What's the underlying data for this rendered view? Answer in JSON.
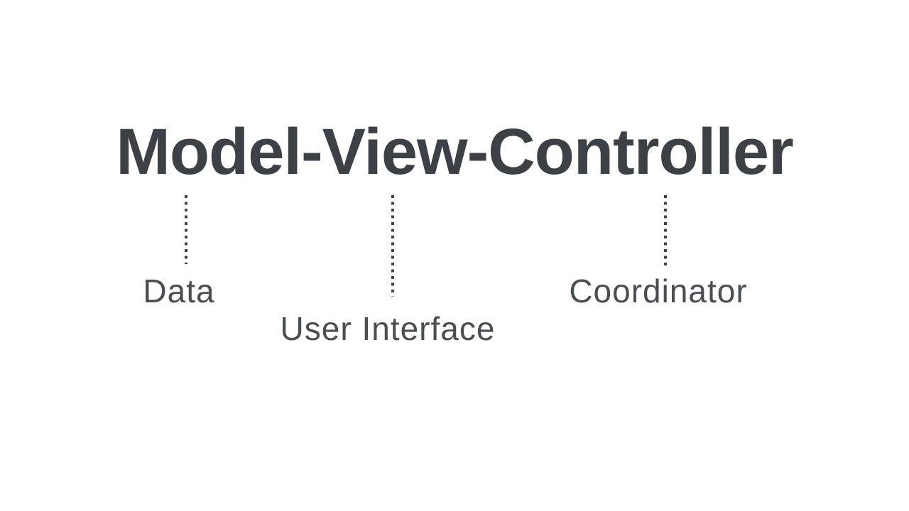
{
  "colors": {
    "bg": "#ffffff",
    "title-color": "#3d4145",
    "label-color": "#4a4e52",
    "connector-color": "#3e4347"
  },
  "diagram": {
    "title": "Model-View-Controller",
    "nodes": [
      {
        "id": "model",
        "title_part": "Model",
        "label": "Data"
      },
      {
        "id": "view",
        "title_part": "View",
        "label": "User Interface"
      },
      {
        "id": "controller",
        "title_part": "Controller",
        "label": "Coordinator"
      }
    ],
    "connector_style": "vertical-dotted-line"
  }
}
